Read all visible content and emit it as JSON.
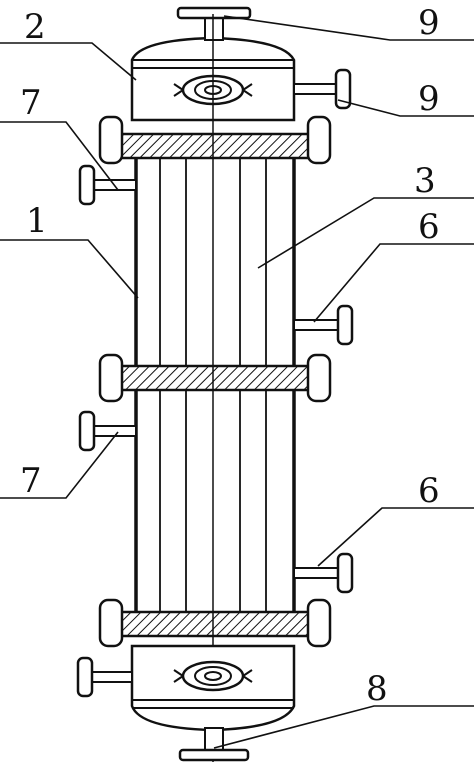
{
  "labels": {
    "part_1": "1",
    "part_2": "2",
    "part_3": "3",
    "part_6_upper": "6",
    "part_6_lower": "6",
    "part_7_upper": "7",
    "part_7_lower": "7",
    "part_8": "8",
    "part_9_top": "9",
    "part_9_side": "9"
  }
}
